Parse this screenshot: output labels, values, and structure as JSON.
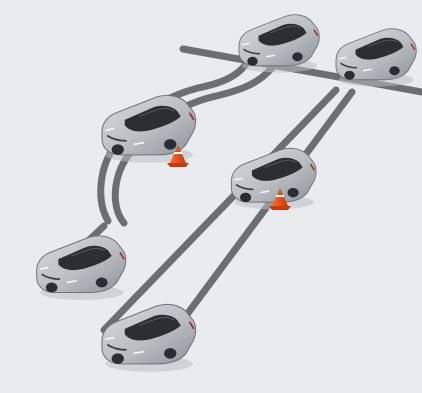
{
  "scene": {
    "colors": {
      "background": "#e9ecef",
      "track": "#6b6f73",
      "car_body": "#b9bec3",
      "car_shadow": "#7d8288",
      "glass": "#2b2f33",
      "cone_orange": "#e24a12",
      "cone_white": "#ffffff"
    },
    "cars": [
      {
        "id": "car-1",
        "label": ""
      },
      {
        "id": "car-2",
        "label": ""
      },
      {
        "id": "car-3",
        "label": ""
      },
      {
        "id": "car-4",
        "label": ""
      },
      {
        "id": "car-5",
        "label": ""
      },
      {
        "id": "car-6",
        "label": ""
      }
    ],
    "cones": [
      {
        "id": "cone-1"
      },
      {
        "id": "cone-2"
      }
    ]
  }
}
